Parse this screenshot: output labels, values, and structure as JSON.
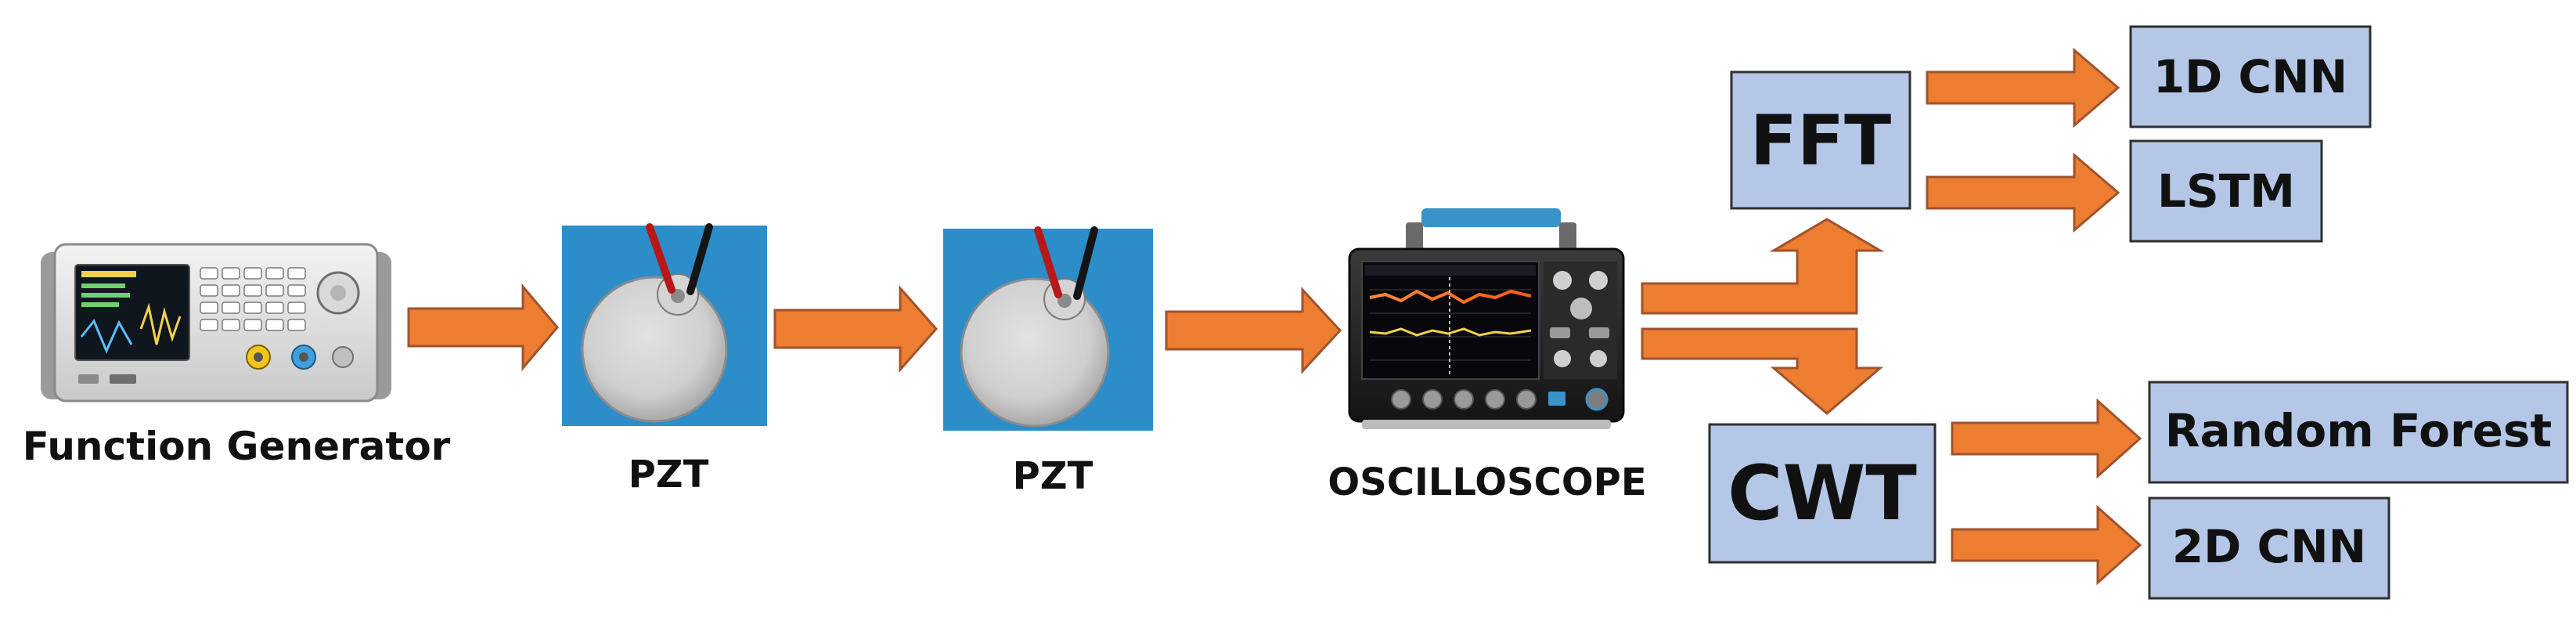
{
  "devices": {
    "function_generator_label": "Function Generator",
    "pzt_1_label": "PZT",
    "pzt_2_label": "PZT",
    "oscilloscope_label": "OSCILLOSCOPE"
  },
  "processing": {
    "fft_label": "FFT",
    "cwt_label": "CWT"
  },
  "models": {
    "cnn_1d_label": "1D CNN",
    "lstm_label": "LSTM",
    "random_forest_label": "Random Forest",
    "cnn_2d_label": "2D CNN"
  },
  "colors": {
    "arrow_fill": "#ED7D31",
    "arrow_stroke": "#A0522D",
    "box_fill": "#B4C7E7",
    "box_stroke": "#2F2F2F",
    "pzt_background": "#2C8DC9"
  }
}
